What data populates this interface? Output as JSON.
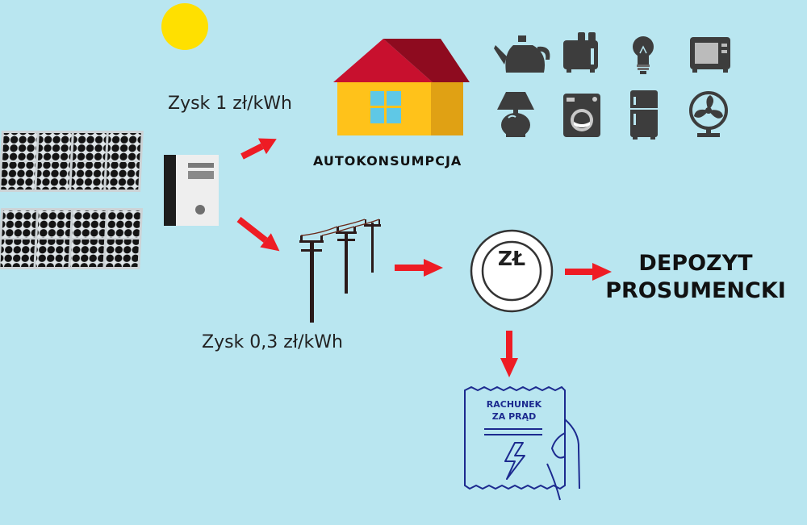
{
  "labels": {
    "gain_autoconsumption": "Zysk 1 zł/kWh",
    "autoconsumption": "AUTOKONSUMPCJA",
    "gain_grid": "Zysk 0,3 zł/kWh",
    "currency": "ZŁ",
    "deposit_line1": "DEPOZYT",
    "deposit_line2": "PROSUMENCKI",
    "bill_line1": "RACHUNEK",
    "bill_line2": "ZA PRĄD"
  },
  "icons": {
    "sun": "sun-icon",
    "solar_panels": "solar-panel-icon",
    "inverter": "inverter-icon",
    "house": "house-icon",
    "power_poles": "power-pole-icon",
    "coin": "coin-icon",
    "bill": "electricity-bill-icon",
    "appliances": [
      "kettle-icon",
      "toaster-icon",
      "lightbulb-icon",
      "microwave-icon",
      "lamp-icon",
      "washing-machine-icon",
      "fridge-icon",
      "fan-icon"
    ]
  },
  "colors": {
    "background": "#b9e6f0",
    "arrow": "#ee1c24",
    "sun": "#ffe000",
    "roof": "#c8102e",
    "house_wall": "#ffc21a",
    "appliance": "#3d3d3d",
    "bill": "#1c2a8f"
  }
}
